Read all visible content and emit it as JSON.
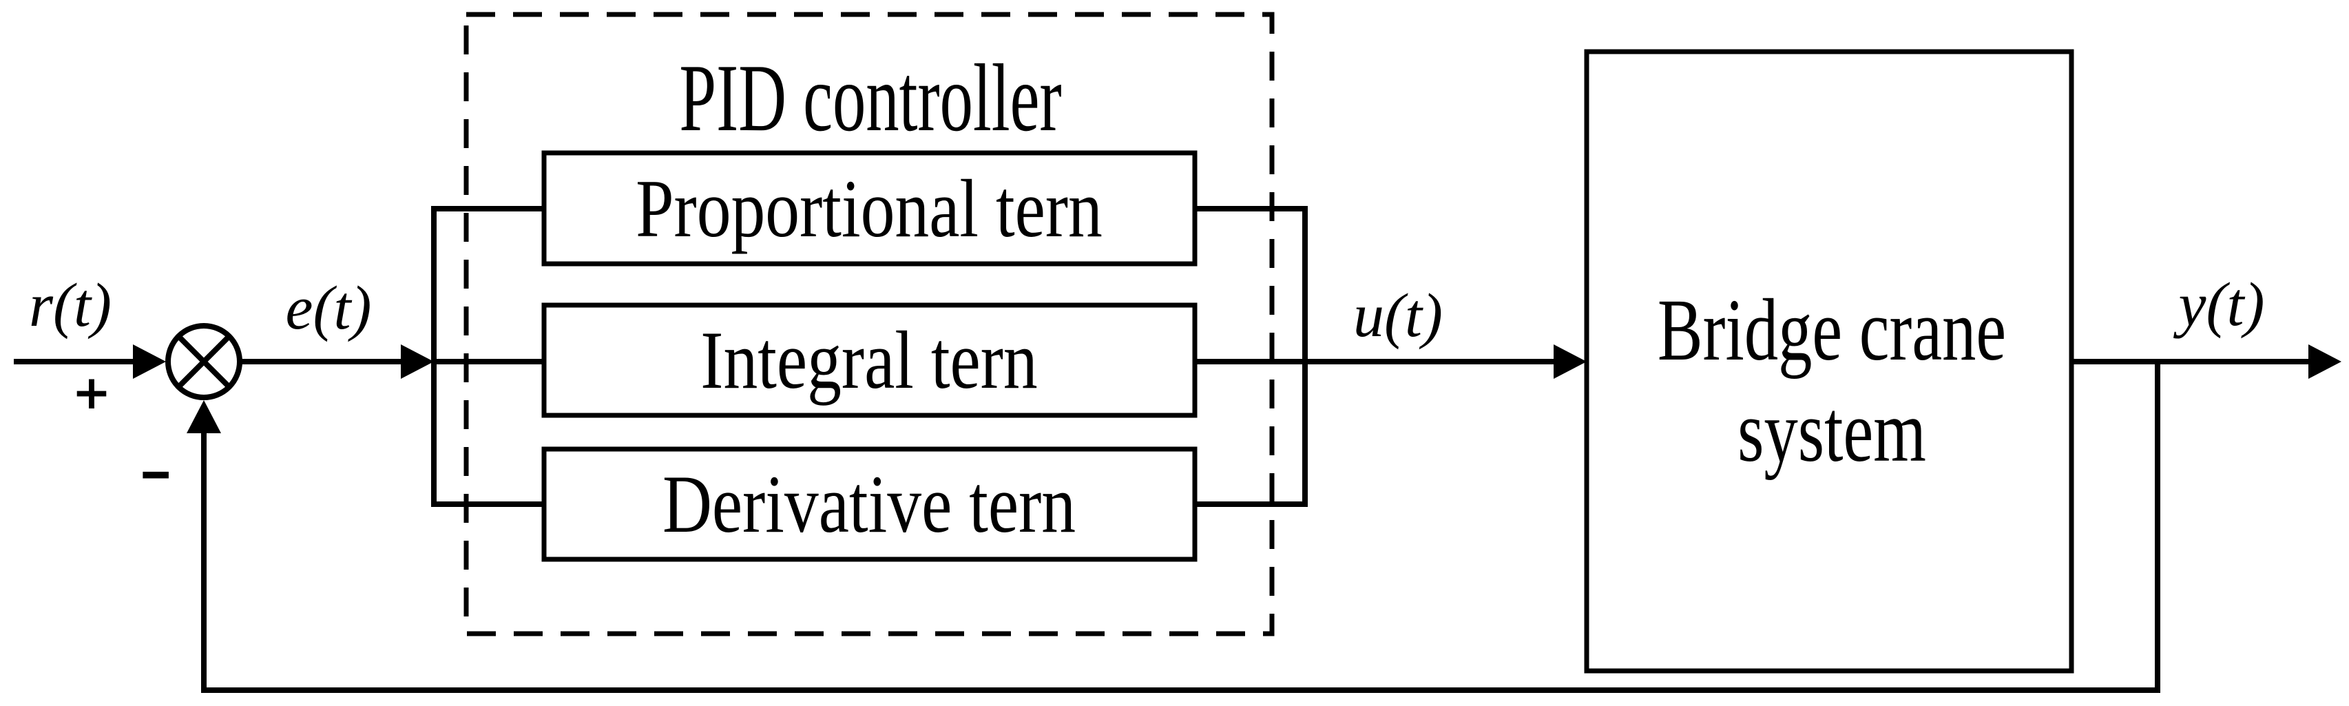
{
  "figure": {
    "background_color": "#ffffff",
    "ink_color": "#000000",
    "signals": {
      "reference_label": "r(t)",
      "error_label": "e(t)",
      "control_label": "u(t)",
      "output_label": "y(t)",
      "plus_sign": "+",
      "minus_sign": "-"
    },
    "controller": {
      "title": "PID controller",
      "terms": [
        "Proportional tern",
        "Integral tern",
        "Derivative tern"
      ]
    },
    "plant": {
      "name_line1": "Bridge crane",
      "name_line2": "system"
    }
  }
}
